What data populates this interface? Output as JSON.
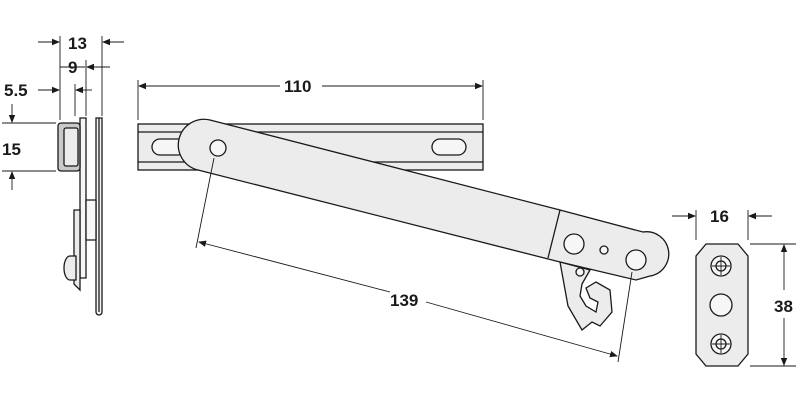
{
  "dimensions": {
    "side_total_width": "13",
    "side_inner_width": "9",
    "side_offset": "5.5",
    "side_height": "15",
    "track_length": "110",
    "arm_length": "139",
    "plate_width": "16",
    "plate_height": "38"
  },
  "colors": {
    "line": "#1a1a1a",
    "part_fill": "#ececec",
    "background": "#ffffff"
  }
}
